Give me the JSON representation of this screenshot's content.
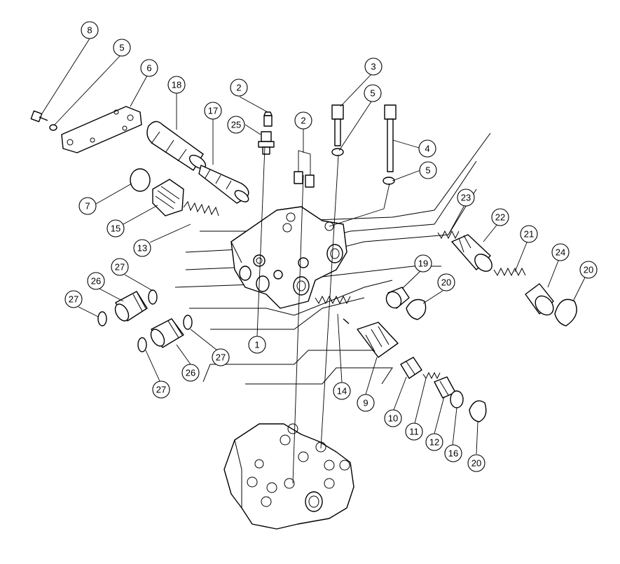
{
  "diagram": {
    "callouts": [
      "8",
      "5",
      "6",
      "18",
      "2",
      "17",
      "25",
      "2",
      "3",
      "5",
      "4",
      "5",
      "7",
      "15",
      "13",
      "23",
      "22",
      "21",
      "24",
      "20",
      "27",
      "26",
      "27",
      "19",
      "20",
      "1",
      "27",
      "26",
      "27",
      "14",
      "9",
      "10",
      "11",
      "12",
      "16",
      "20"
    ]
  }
}
